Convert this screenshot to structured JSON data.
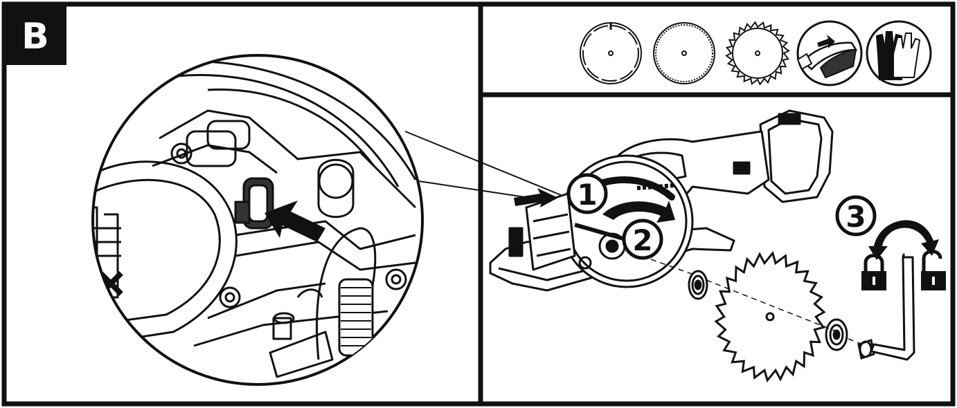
{
  "figure": {
    "section_label": "B",
    "steps": {
      "one": "1",
      "two": "2",
      "three": "3"
    },
    "icons": [
      "segmented-diamond-blade-icon",
      "continuous-rim-blade-icon",
      "toothed-saw-blade-icon",
      "blade-guard-icon",
      "gloves-icon"
    ],
    "lock_icons": [
      "padlock-locked-icon",
      "padlock-unlocked-icon"
    ],
    "colors": {
      "ink": "#111111",
      "paper": "#ffffff"
    }
  }
}
